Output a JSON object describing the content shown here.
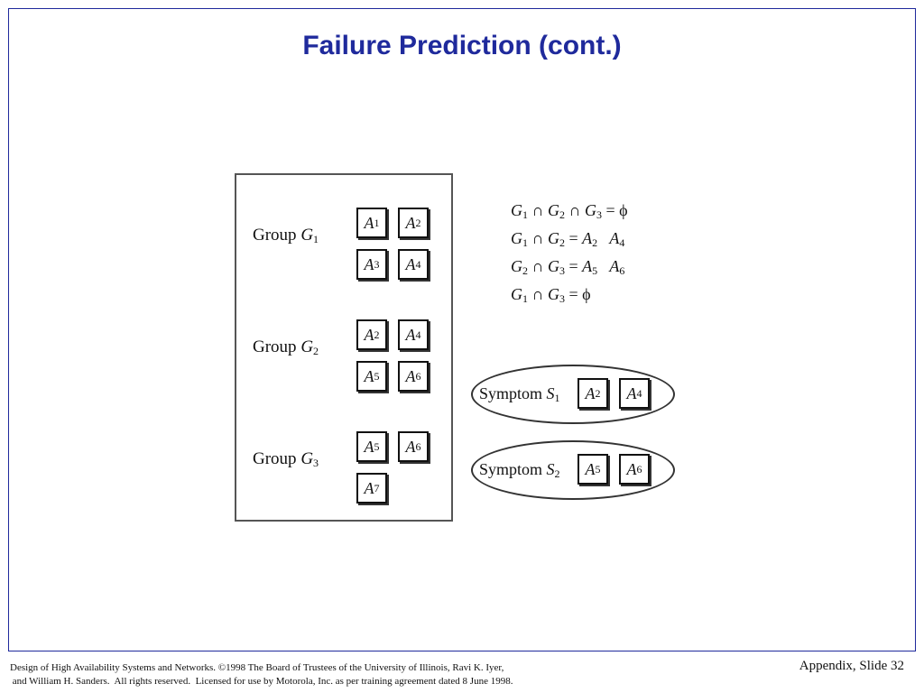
{
  "title": "Failure Prediction (cont.)",
  "groups": [
    {
      "prefix": "Group ",
      "var": "G",
      "sub": "1",
      "items": [
        {
          "var": "A",
          "sub": "1"
        },
        {
          "var": "A",
          "sub": "2"
        },
        {
          "var": "A",
          "sub": "3"
        },
        {
          "var": "A",
          "sub": "4"
        }
      ]
    },
    {
      "prefix": "Group ",
      "var": "G",
      "sub": "2",
      "items": [
        {
          "var": "A",
          "sub": "2"
        },
        {
          "var": "A",
          "sub": "4"
        },
        {
          "var": "A",
          "sub": "5"
        },
        {
          "var": "A",
          "sub": "6"
        }
      ]
    },
    {
      "prefix": "Group ",
      "var": "G",
      "sub": "3",
      "items": [
        {
          "var": "A",
          "sub": "5"
        },
        {
          "var": "A",
          "sub": "6"
        },
        {
          "var": "A",
          "sub": "7"
        }
      ]
    }
  ],
  "equations": [
    {
      "l1": "G",
      "s1": "1",
      "op1": " ∩ ",
      "l2": "G",
      "s2": "2",
      "op2": " ∩ ",
      "l3": "G",
      "s3": "3",
      "rest": " = ϕ"
    },
    {
      "l1": "G",
      "s1": "1",
      "op1": " ∩ ",
      "l2": "G",
      "s2": "2",
      "op2": " = ",
      "l3": "A",
      "s3": "2",
      "rest": "   A",
      "s4": "4"
    },
    {
      "l1": "G",
      "s1": "2",
      "op1": " ∩ ",
      "l2": "G",
      "s2": "3",
      "op2": " = ",
      "l3": "A",
      "s3": "5",
      "rest": "   A",
      "s4": "6"
    },
    {
      "l1": "G",
      "s1": "1",
      "op1": " ∩ ",
      "l2": "G",
      "s2": "3",
      "op2": " = ϕ",
      "l3": "",
      "s3": "",
      "rest": ""
    }
  ],
  "symptoms": [
    {
      "prefix": "Symptom ",
      "var": "S",
      "sub": "1",
      "items": [
        {
          "var": "A",
          "sub": "2"
        },
        {
          "var": "A",
          "sub": "4"
        }
      ]
    },
    {
      "prefix": "Symptom ",
      "var": "S",
      "sub": "2",
      "items": [
        {
          "var": "A",
          "sub": "5"
        },
        {
          "var": "A",
          "sub": "6"
        }
      ]
    }
  ],
  "footer": {
    "line1": "Design of High Availability Systems and Networks.  ©1998 The Board of Trustees of the University of Illinois, Ravi K. Iyer,",
    "line2": " and William H. Sanders.  All rights reserved.  Licensed for use by Motorola, Inc. as per training agreement dated 8 June 1998.",
    "slide": "Appendix, Slide 32"
  }
}
